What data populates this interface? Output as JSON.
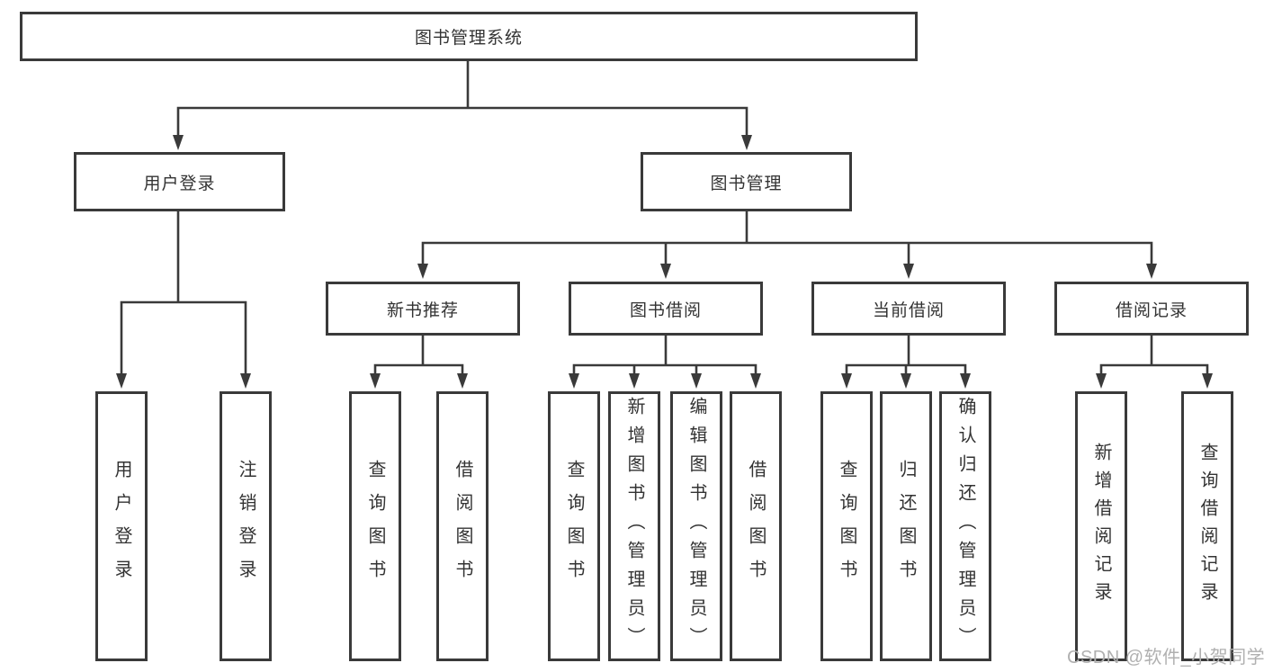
{
  "colors": {
    "line": "#3a3a3a",
    "text": "#333333",
    "background": "#ffffff",
    "watermark": "#b0b0b0"
  },
  "watermark": "CSDN @软件_小贺同学",
  "tree": {
    "label": "图书管理系统",
    "children": [
      {
        "label": "用户登录",
        "children": [
          {
            "label": "用户登录"
          },
          {
            "label": "注销登录"
          }
        ]
      },
      {
        "label": "图书管理",
        "children": [
          {
            "label": "新书推荐",
            "children": [
              {
                "label": "查询图书"
              },
              {
                "label": "借阅图书"
              }
            ]
          },
          {
            "label": "图书借阅",
            "children": [
              {
                "label": "查询图书"
              },
              {
                "label": "新增图书（管理员）"
              },
              {
                "label": "编辑图书（管理员）"
              },
              {
                "label": "借阅图书"
              }
            ]
          },
          {
            "label": "当前借阅",
            "children": [
              {
                "label": "查询图书"
              },
              {
                "label": "归还图书"
              },
              {
                "label": "确认归还（管理员）"
              }
            ]
          },
          {
            "label": "借阅记录",
            "children": [
              {
                "label": "新增借阅记录"
              },
              {
                "label": "查询借阅记录"
              }
            ]
          }
        ]
      }
    ]
  }
}
